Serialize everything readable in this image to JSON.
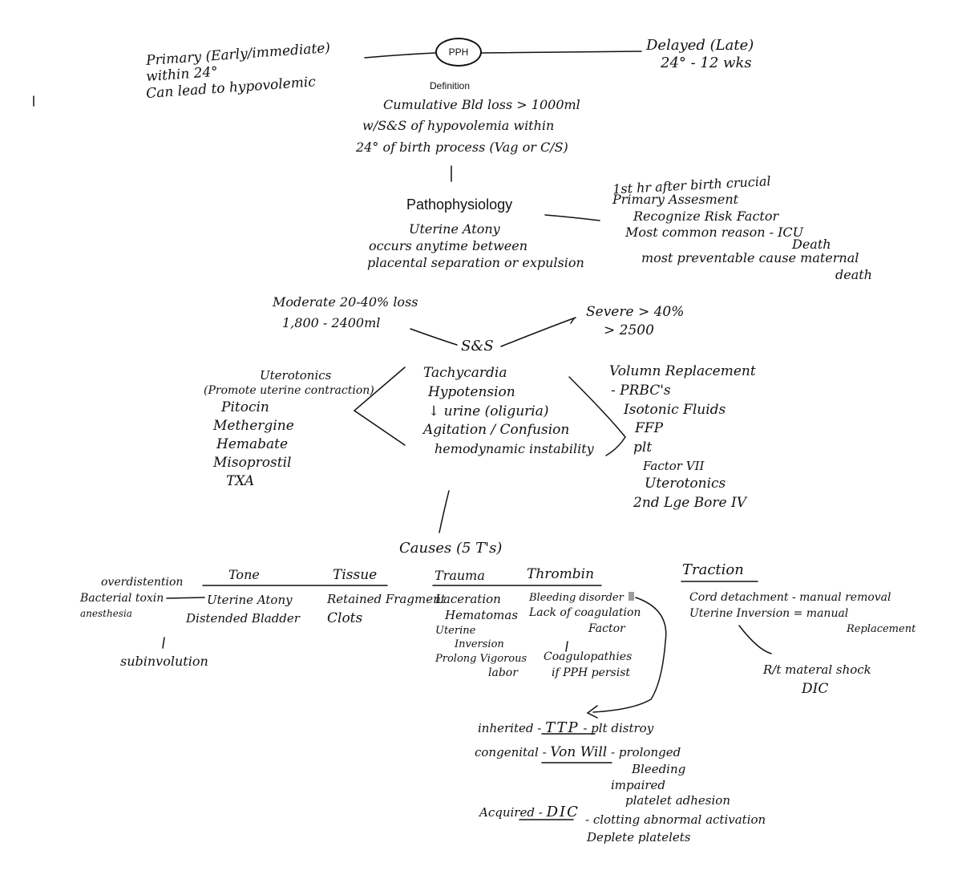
{
  "center": {
    "label": "PPH"
  },
  "primary": {
    "lines": [
      "Primary (Early/immediate)",
      "within 24°",
      "Can lead to hypovolemic"
    ]
  },
  "delayed": {
    "lines": [
      "Delayed (Late)",
      "24° - 12 wks"
    ]
  },
  "definition": {
    "heading": "Definition",
    "lines": [
      "Cumulative Bld loss > 1000ml",
      "w/S&S of hypovolemia within",
      "24° of birth process (Vag or C/S)"
    ]
  },
  "pathophysiology": {
    "heading": "Pathophysiology",
    "lines": [
      "Uterine Atony",
      "occurs anytime between",
      "placental separation or expulsion"
    ]
  },
  "assessment": {
    "lines": [
      "1st hr after birth crucial",
      "Primary Assesment",
      "Recognize Risk Factor",
      "Most common reason - ICU",
      "Death",
      "most preventable cause maternal",
      "death"
    ]
  },
  "moderate": {
    "lines": [
      "Moderate 20-40% loss",
      "1,800 - 2400ml"
    ]
  },
  "severe": {
    "lines": [
      "Severe > 40%",
      "> 2500"
    ]
  },
  "sands": {
    "label": "S&S"
  },
  "uterotonics": {
    "heading": "Uterotonics",
    "lines": [
      "(Promote uterine contraction)",
      "Pitocin",
      "Methergine",
      "Hemabate",
      "Misoprostil",
      "TXA"
    ]
  },
  "symptoms": {
    "lines": [
      "Tachycardia",
      "Hypotension",
      "↓ urine (oliguria)",
      "Agitation / Confusion",
      "hemodynamic instability"
    ]
  },
  "volume": {
    "heading": "Volumn Replacement",
    "lines": [
      "- PRBC's",
      "Isotonic Fluids",
      "FFP",
      "plt",
      "Factor VII",
      "Uterotonics",
      "2nd Lge Bore IV"
    ]
  },
  "causes": {
    "heading": "Causes (5 T's)",
    "tone": {
      "heading": "Tone",
      "lines": [
        "Uterine Atony",
        "Distended Bladder"
      ],
      "left": [
        "overdistention",
        "Bacterial toxin",
        "anesthesia"
      ],
      "below": "subinvolution"
    },
    "tissue": {
      "heading": "Tissue",
      "lines": [
        "Retained Fragment",
        "Clots"
      ]
    },
    "trauma": {
      "heading": "Trauma",
      "lines": [
        "Laceration",
        "Hematomas",
        "Uterine",
        "Inversion",
        "Prolong Vigorous",
        "labor"
      ]
    },
    "thrombin": {
      "heading": "Thrombin",
      "lines": [
        "Bleeding disorder",
        "Lack of coagulation",
        "Factor",
        "Coagulopathies",
        "if PPH persist"
      ]
    },
    "traction": {
      "heading": "Traction",
      "lines": [
        "Cord detachment - manual removal",
        "Uterine Inversion = manual",
        "Replacement"
      ],
      "rx": [
        "R/t  materal shock",
        "DIC"
      ]
    }
  },
  "coagulopathies": {
    "inherited": {
      "prefix": "inherited -",
      "term": "TTP",
      "suffix": "- plt distroy"
    },
    "congenital": {
      "prefix": "congenital -",
      "term": "Von Will",
      "suffix": "- prolonged"
    },
    "vw_more": [
      "Bleeding",
      "impaired",
      "platelet adhesion"
    ],
    "acquired": {
      "prefix": "Acquired -",
      "term": "DIC",
      "lines": [
        "- clotting abnormal activation",
        "Deplete platelets"
      ]
    }
  }
}
